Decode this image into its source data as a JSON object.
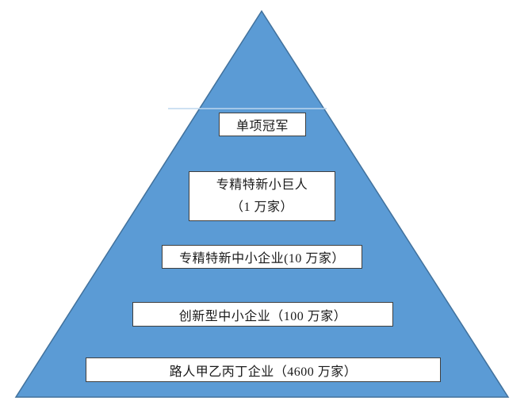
{
  "colors": {
    "triangle_fill": "#5B9BD5",
    "triangle_border": "#41719C",
    "divider_line": "#BDD7EE",
    "box_border": "#3F3F3F"
  },
  "pyramid": {
    "title": "",
    "levels": [
      {
        "label": "单项冠军"
      },
      {
        "line1": "专精特新小巨人",
        "line2": "（1 万家）"
      },
      {
        "label": "专精特新中小企业(10 万家）"
      },
      {
        "label": "创新型中小企业（100 万家）"
      },
      {
        "label": "路人甲乙丙丁企业（4600 万家）"
      }
    ]
  }
}
